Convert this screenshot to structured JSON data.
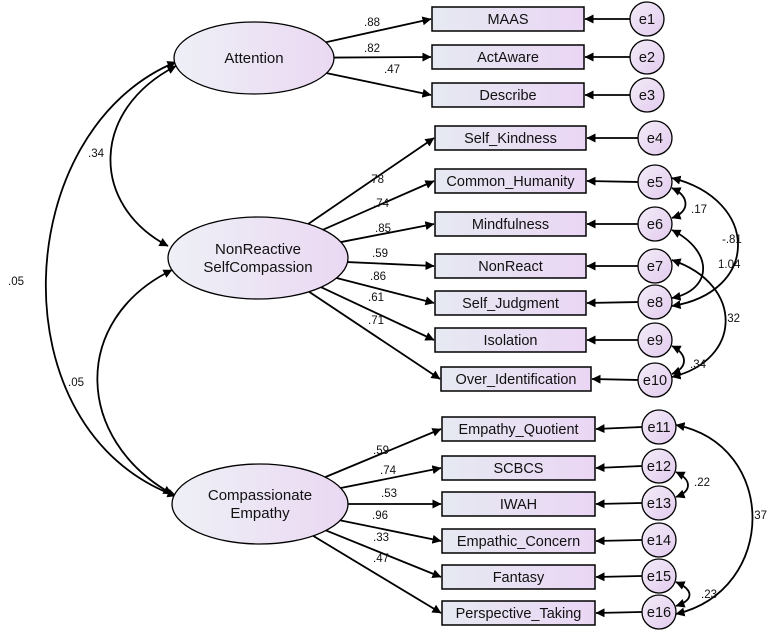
{
  "latents": [
    {
      "id": "attention",
      "lines": [
        "Attention"
      ]
    },
    {
      "id": "nonreactive",
      "lines": [
        "NonReactive",
        "SelfCompassion"
      ]
    },
    {
      "id": "compassionate",
      "lines": [
        "Compassionate",
        "Empathy"
      ]
    }
  ],
  "indicators": [
    {
      "id": "maas",
      "label": "MAAS",
      "latent": "attention",
      "loading": ".88",
      "error": "e1"
    },
    {
      "id": "actaware",
      "label": "ActAware",
      "latent": "attention",
      "loading": ".82",
      "error": "e2"
    },
    {
      "id": "describe",
      "label": "Describe",
      "latent": "attention",
      "loading": ".47",
      "error": "e3"
    },
    {
      "id": "self_kindness",
      "label": "Self_Kindness",
      "latent": "nonreactive",
      "loading": ".78",
      "error": "e4"
    },
    {
      "id": "common_humanity",
      "label": "Common_Humanity",
      "latent": "nonreactive",
      "loading": ".74",
      "error": "e5"
    },
    {
      "id": "mindfulness",
      "label": "Mindfulness",
      "latent": "nonreactive",
      "loading": ".85",
      "error": "e6"
    },
    {
      "id": "nonreact",
      "label": "NonReact",
      "latent": "nonreactive",
      "loading": ".59",
      "error": "e7"
    },
    {
      "id": "self_judgment",
      "label": "Self_Judgment",
      "latent": "nonreactive",
      "loading": ".86",
      "error": "e8"
    },
    {
      "id": "isolation",
      "label": "Isolation",
      "latent": "nonreactive",
      "loading": ".61",
      "error": "e9"
    },
    {
      "id": "over_identification",
      "label": "Over_Identification",
      "latent": "nonreactive",
      "loading": ".71",
      "error": "e10"
    },
    {
      "id": "empathy_quotient",
      "label": "Empathy_Quotient",
      "latent": "compassionate",
      "loading": ".59",
      "error": "e11"
    },
    {
      "id": "scbcs",
      "label": "SCBCS",
      "latent": "compassionate",
      "loading": ".74",
      "error": "e12"
    },
    {
      "id": "iwah",
      "label": "IWAH",
      "latent": "compassionate",
      "loading": ".53",
      "error": "e13"
    },
    {
      "id": "empathic_concern",
      "label": "Empathic_Concern",
      "latent": "compassionate",
      "loading": ".96",
      "error": "e14"
    },
    {
      "id": "fantasy",
      "label": "Fantasy",
      "latent": "compassionate",
      "loading": ".33",
      "error": "e15"
    },
    {
      "id": "perspective_taking",
      "label": "Perspective_Taking",
      "latent": "compassionate",
      "loading": ".47",
      "error": "e16"
    }
  ],
  "latent_covariances": [
    {
      "from": "attention",
      "to": "nonreactive",
      "value": ".34"
    },
    {
      "from": "nonreactive",
      "to": "compassionate",
      "value": ".05"
    },
    {
      "from": "attention",
      "to": "compassionate",
      "value": ".05"
    }
  ],
  "error_covariances": [
    {
      "from": "e5",
      "to": "e6",
      "value": ".17"
    },
    {
      "from": "e5",
      "to": "e8",
      "value": "-.81"
    },
    {
      "from": "e6",
      "to": "e8",
      "value": "1.04"
    },
    {
      "from": "e7",
      "to": "e10",
      "value": ".32"
    },
    {
      "from": "e9",
      "to": "e10",
      "value": ".34"
    },
    {
      "from": "e12",
      "to": "e13",
      "value": ".22"
    },
    {
      "from": "e11",
      "to": "e16",
      "value": ".37"
    },
    {
      "from": "e15",
      "to": "e16",
      "value": ".23"
    }
  ],
  "colors": {
    "latent_fill_left": "#eef0f6",
    "latent_fill_right": "#ead8f2",
    "box_fill_left": "#e6e9f2",
    "box_fill_right": "#ead6f4",
    "stroke": "#000000"
  }
}
